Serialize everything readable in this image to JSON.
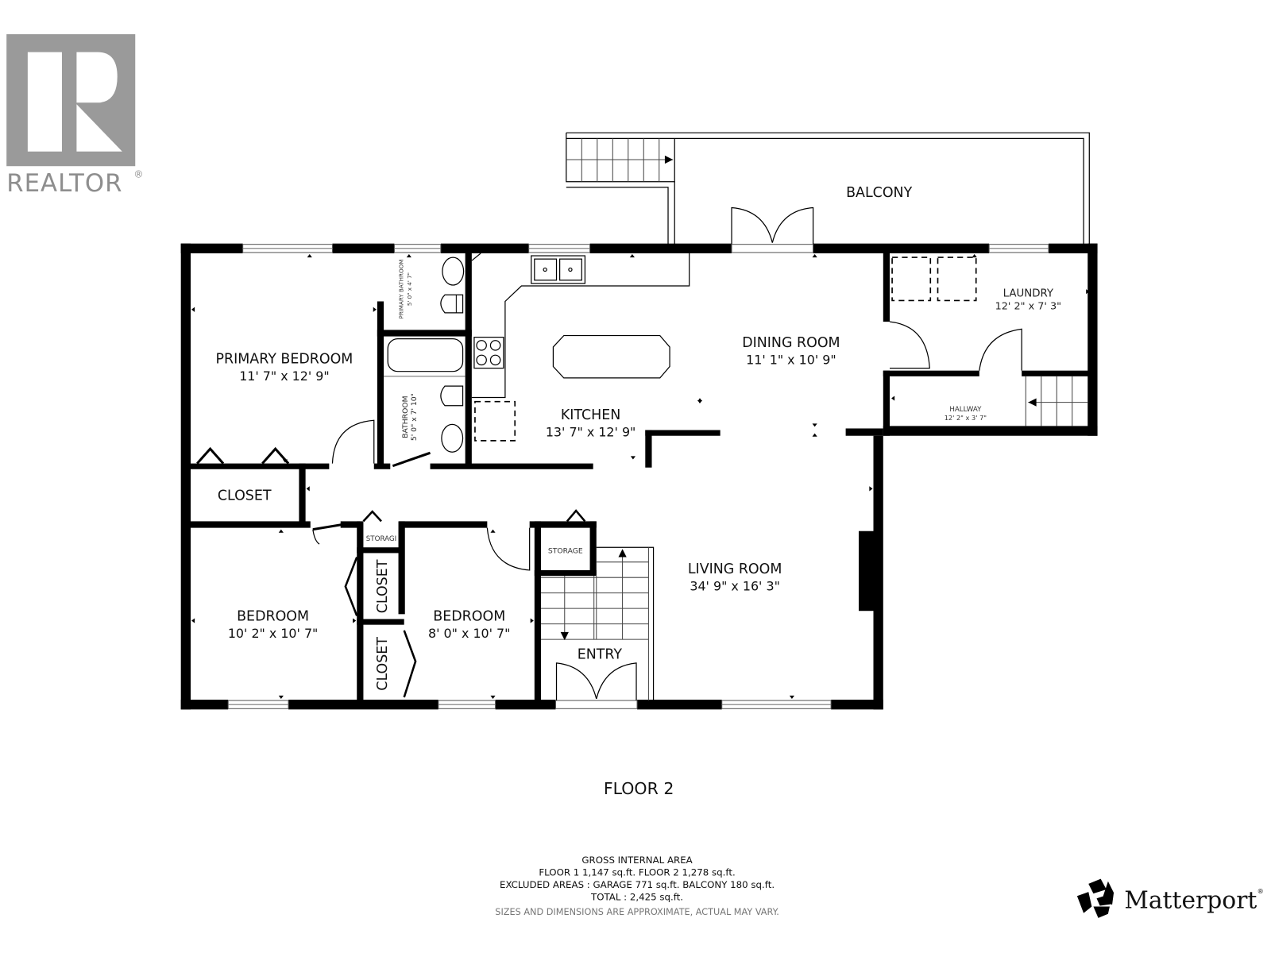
{
  "branding": {
    "realtor_label": "REALTOR",
    "realtor_mark": "®",
    "matterport_label": "Matterport",
    "matterport_mark": "®",
    "colors": {
      "realtor_gray": "#9a9a9a",
      "wall": "#000000",
      "background": "#ffffff"
    }
  },
  "floor_label": "FLOOR 2",
  "rooms": {
    "balcony": {
      "name": "BALCONY"
    },
    "primary_bedroom": {
      "name": "PRIMARY BEDROOM",
      "dims": "11' 7\" x 12' 9\""
    },
    "primary_bathroom": {
      "name": "PRIMARY BATHROOM",
      "dims": "5' 0\" x 4' 7\""
    },
    "bathroom": {
      "name": "BATHROOM",
      "dims": "5' 0\" x 7' 10\""
    },
    "kitchen": {
      "name": "KITCHEN",
      "dims": "13' 7\" x 12' 9\""
    },
    "dining_room": {
      "name": "DINING ROOM",
      "dims": "11' 1\" x 10' 9\""
    },
    "laundry": {
      "name": "LAUNDRY",
      "dims": "12' 2\" x 7' 3\""
    },
    "hallway": {
      "name": "HALLWAY",
      "dims": "12' 2\" x 3' 7\""
    },
    "closet_main": {
      "name": "CLOSET"
    },
    "closet_upper": {
      "name": "CLOSET"
    },
    "closet_lower": {
      "name": "CLOSET"
    },
    "storage_small": {
      "name": "STORAGI"
    },
    "storage": {
      "name": "STORAGE"
    },
    "bedroom_left": {
      "name": "BEDROOM",
      "dims": "10' 2\" x 10' 7\""
    },
    "bedroom_middle": {
      "name": "BEDROOM",
      "dims": "8' 0\" x 10' 7\""
    },
    "living_room": {
      "name": "LIVING ROOM",
      "dims": "34' 9\" x 16' 3\""
    },
    "entry": {
      "name": "ENTRY"
    }
  },
  "area_summary": {
    "title": "GROSS INTERNAL AREA",
    "floors_line": "FLOOR 1 1,147 sq.ft.   FLOOR 2 1,278 sq.ft.",
    "excluded_line": "EXCLUDED AREAS :  GARAGE 771 sq.ft.   BALCONY 180 sq.ft.",
    "total_line": "TOTAL :  2,425 sq.ft.",
    "disclaimer": "SIZES AND DIMENSIONS ARE APPROXIMATE, ACTUAL MAY VARY."
  }
}
